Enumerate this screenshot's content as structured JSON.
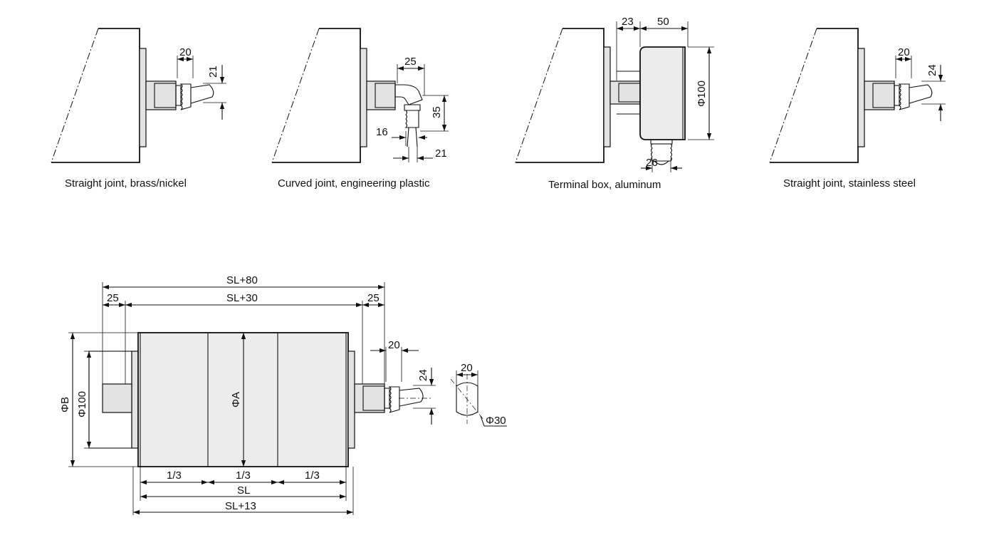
{
  "views": {
    "straight_brass": {
      "caption": "Straight joint, brass/nickel",
      "dims": {
        "width": "20",
        "height": "21"
      }
    },
    "curved_plastic": {
      "caption": "Curved joint, engineering plastic",
      "dims": {
        "width": "25",
        "height": "35",
        "stem": "16",
        "cable": "21"
      }
    },
    "terminal_box": {
      "caption": "Terminal box, aluminum",
      "dims": {
        "gap": "23",
        "width": "50",
        "diameter": "Φ100",
        "gland": "26"
      }
    },
    "straight_steel": {
      "caption": "Straight joint, stainless steel",
      "dims": {
        "width": "20",
        "height": "24"
      }
    }
  },
  "main": {
    "dims": {
      "overall": "SL+80",
      "inner": "SL+30",
      "left_end": "25",
      "right_end": "25",
      "joint_width": "20",
      "joint_height": "24",
      "shaft_dia_b": "ΦB",
      "shaft_dia_100": "Φ100",
      "tube_dia": "ΦA",
      "third_1": "1/3",
      "third_2": "1/3",
      "third_3": "1/3",
      "sl": "SL",
      "sl13": "SL+13"
    }
  },
  "section": {
    "dims": {
      "flat": "20",
      "diameter": "Φ30"
    }
  }
}
